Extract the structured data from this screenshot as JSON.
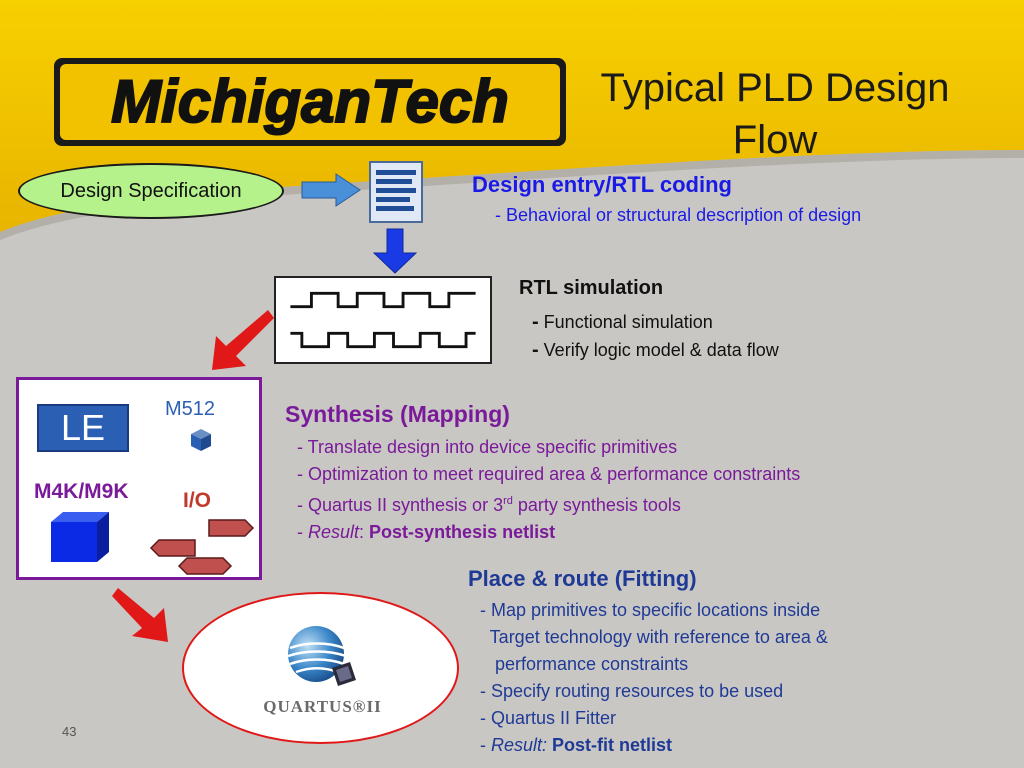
{
  "slide": {
    "title": "Typical PLD Design Flow",
    "logo_text": "MichiganTech",
    "page_number": "43"
  },
  "colors": {
    "background": "#c9c7c3",
    "header_gold": "#f2c200",
    "blue_text": "#1a1ae6",
    "purple_text": "#7a1a9a",
    "navy_text": "#1f3a96",
    "arrow_red": "#e01818",
    "spec_green": "#b6f28c"
  },
  "design_spec": {
    "label": "Design Specification"
  },
  "design_entry": {
    "heading": "Design entry/RTL coding",
    "description": "- Behavioral or structural description of design"
  },
  "rtl_simulation": {
    "heading": "RTL simulation",
    "lines": [
      {
        "dash": "-",
        "text": " Functional simulation"
      },
      {
        "dash": "-",
        "text": "  Verify logic model & data flow"
      }
    ]
  },
  "device": {
    "le_label": "LE",
    "m512_label": "M512",
    "m4k_label": "M4K/M9K",
    "io_label": "I/O"
  },
  "synthesis": {
    "heading": "Synthesis (Mapping)",
    "line1": "- Translate design into device specific primitives",
    "line2": "- Optimization to meet required area & performance constraints",
    "line3_pre": "- Quartus II synthesis or 3",
    "line3_sup": "rd",
    "line3_post": " party synthesis tools",
    "line4_dash": "- ",
    "line4_italic": "Result",
    "line4_colon": ": ",
    "line4_bold": "Post-synthesis netlist"
  },
  "place_route": {
    "heading": "Place & route (Fitting)",
    "line1": "- Map primitives to specific locations inside",
    "line2": "  Target technology with reference to area &",
    "line3": "   performance constraints",
    "line4": "- Specify routing resources to be used",
    "line5": "- Quartus II Fitter",
    "line6_dash": "- ",
    "line6_italic": "Result:",
    "line6_bold": " Post-fit netlist"
  },
  "quartus": {
    "wordmark": "QUARTUS®II"
  }
}
